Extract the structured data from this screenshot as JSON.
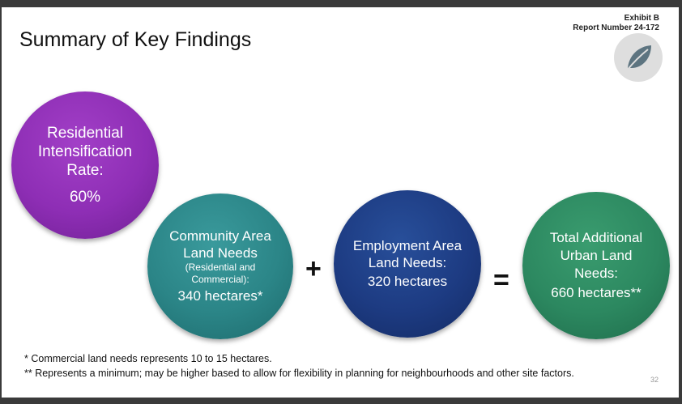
{
  "header": {
    "exhibit": "Exhibit B",
    "report_number": "Report Number 24-172"
  },
  "title": "Summary of Key Findings",
  "logo": {
    "icon": "leaf-icon"
  },
  "circles": {
    "residential": {
      "line1": "Residential",
      "line2": "Intensification",
      "line3": "Rate:",
      "value": "60%",
      "color": "#8e2eb5"
    },
    "community": {
      "line1": "Community Area",
      "line2": "Land Needs",
      "sub1": "(Residential and",
      "sub2": "Commercial):",
      "value": "340 hectares*",
      "color": "#2b8587"
    },
    "employment": {
      "line1": "Employment Area",
      "line2": "Land Needs:",
      "value": "320 hectares",
      "color": "#1d3b82"
    },
    "total": {
      "line1": "Total Additional",
      "line2": "Urban Land",
      "line3": "Needs:",
      "value": "660 hectares**",
      "color": "#2c8860"
    }
  },
  "operators": {
    "plus": "+",
    "equals": "="
  },
  "footnotes": {
    "note1": "* Commercial land needs represents 10 to 15 hectares.",
    "note2": "** Represents a minimum; may be higher based to allow for flexibility in planning for neighbourhoods and other site factors."
  },
  "page_number": "32"
}
